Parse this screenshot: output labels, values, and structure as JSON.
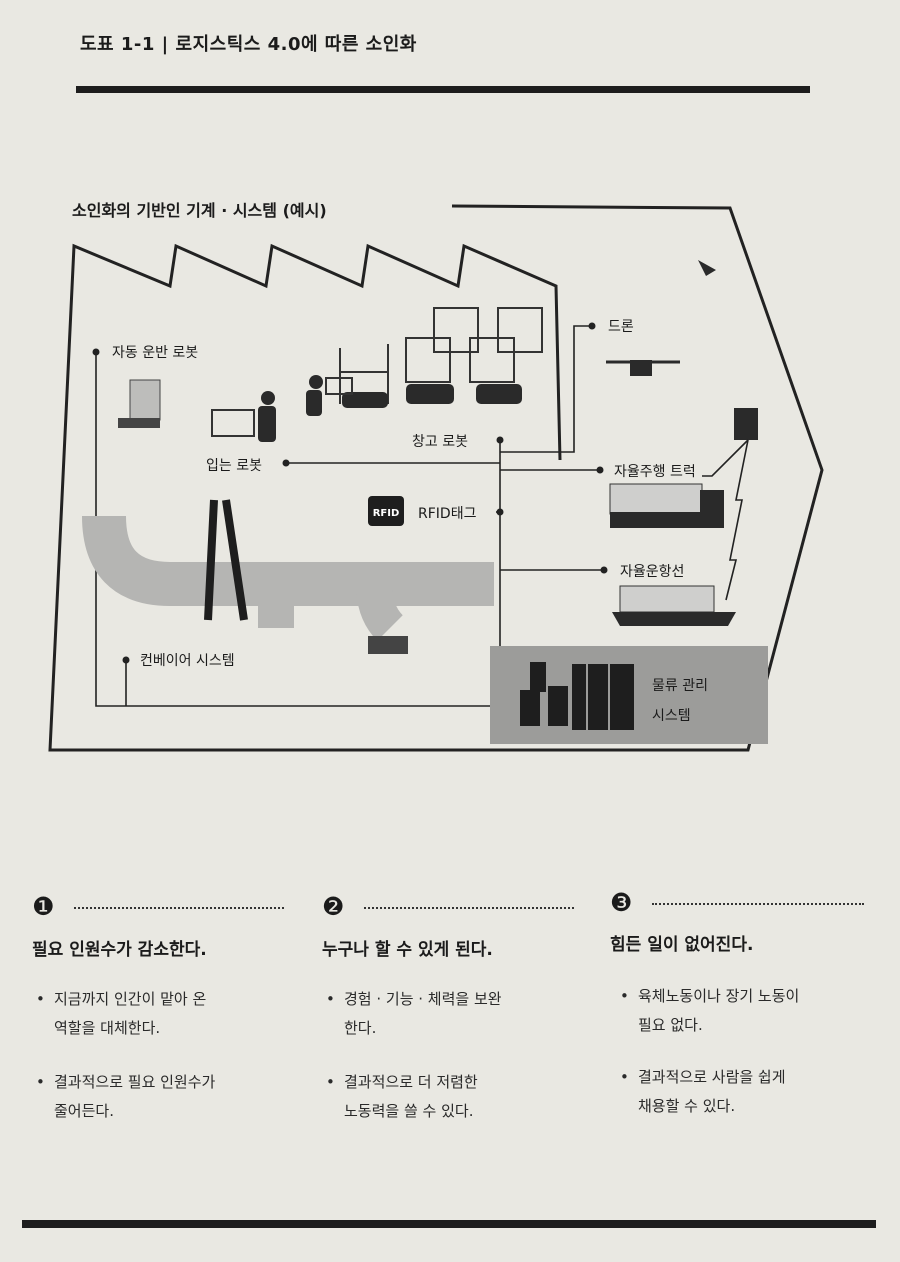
{
  "header": {
    "title": "도표 1-1 | 로지스틱스 4.0에 따른 소인화"
  },
  "diagram": {
    "subtitle": "소인화의 기반인 기계 · 시스템 (예시)",
    "rfid_badge": "RFID",
    "labels": {
      "agv": "자동 운반 로봇",
      "wearable": "입는 로봇",
      "warehouse": "창고 로봇",
      "rfid": "RFID태그",
      "drone": "드론",
      "truck": "자율주행 트럭",
      "ship": "자율운항선",
      "conveyor": "컨베이어 시스템",
      "wms_line1": "물류 관리",
      "wms_line2": "시스템"
    }
  },
  "points": [
    {
      "number": "❶",
      "heading": "필요 인원수가 감소한다.",
      "bullets": [
        {
          "line1": "지금까지 인간이 맡아 온",
          "line2": "역할을 대체한다."
        },
        {
          "line1": "결과적으로 필요 인원수가",
          "line2": "줄어든다."
        }
      ]
    },
    {
      "number": "❷",
      "heading": "누구나 할 수 있게 된다.",
      "bullets": [
        {
          "line1": "경험 · 기능 · 체력을 보완",
          "line2": "한다."
        },
        {
          "line1": "결과적으로 더 저렴한",
          "line2": "노동력을 쓸 수 있다."
        }
      ]
    },
    {
      "number": "❸",
      "heading": "힘든 일이 없어진다.",
      "bullets": [
        {
          "line1": "육체노동이나 장기 노동이",
          "line2": "필요 없다."
        },
        {
          "line1": "결과적으로 사람을 쉽게",
          "line2": "채용할 수 있다."
        }
      ]
    }
  ],
  "bullet_mark": "•"
}
